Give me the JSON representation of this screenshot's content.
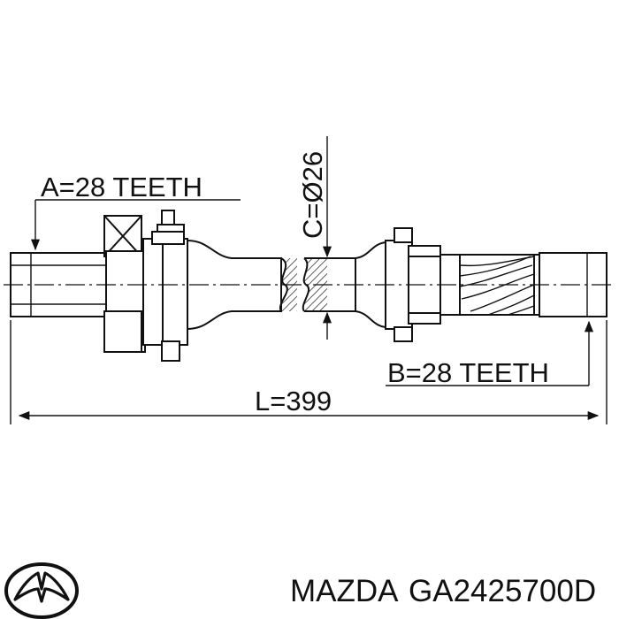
{
  "drawing": {
    "labels": {
      "spline_a": "A=28 TEETH",
      "spline_b": "B=28 TEETH",
      "diameter_c": "C=Ø26",
      "length_l": "L=399"
    }
  },
  "footer": {
    "brand": "MAZDA",
    "part_number": "GA2425700D",
    "logo_icon": "mazda-logo-icon"
  }
}
